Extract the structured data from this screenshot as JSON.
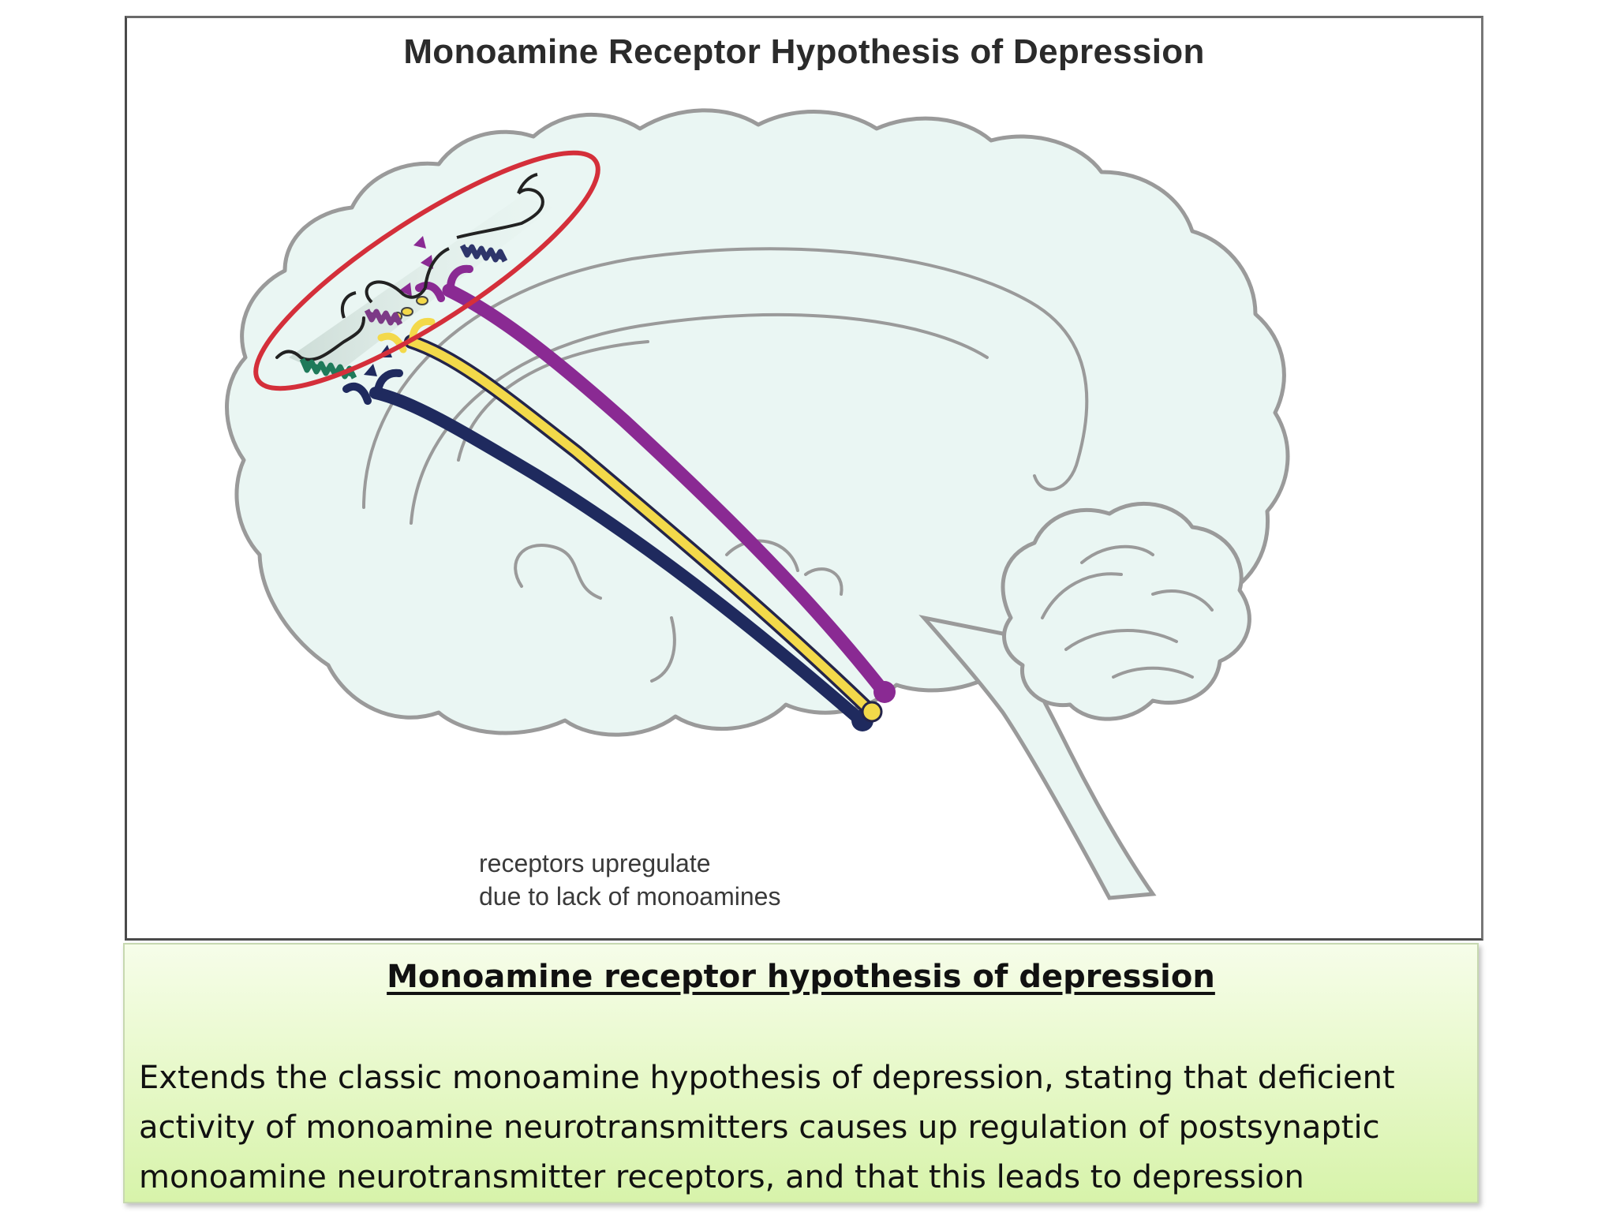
{
  "figure": {
    "title": "Monoamine Receptor Hypothesis of Depression",
    "annotation_line1": "receptors upregulate",
    "annotation_line2": "due to lack of monoamines",
    "colors": {
      "brain_fill": "#eaf6f3",
      "brain_outline": "#9a9a9a",
      "neuron_navy": "#1f2a5e",
      "neuron_yellow": "#f3d94a",
      "neuron_purple": "#8a2a93",
      "receptor_green": "#1f7a5a",
      "highlight_red": "#d42f3a"
    }
  },
  "caption": {
    "heading": "Monoamine receptor hypothesis of depression",
    "body": "Extends the classic monoamine hypothesis of depression, stating that deficient activity of monoamine neurotransmitters causes up regulation of postsynaptic monoamine neurotransmitter receptors, and that this leads to depression"
  }
}
